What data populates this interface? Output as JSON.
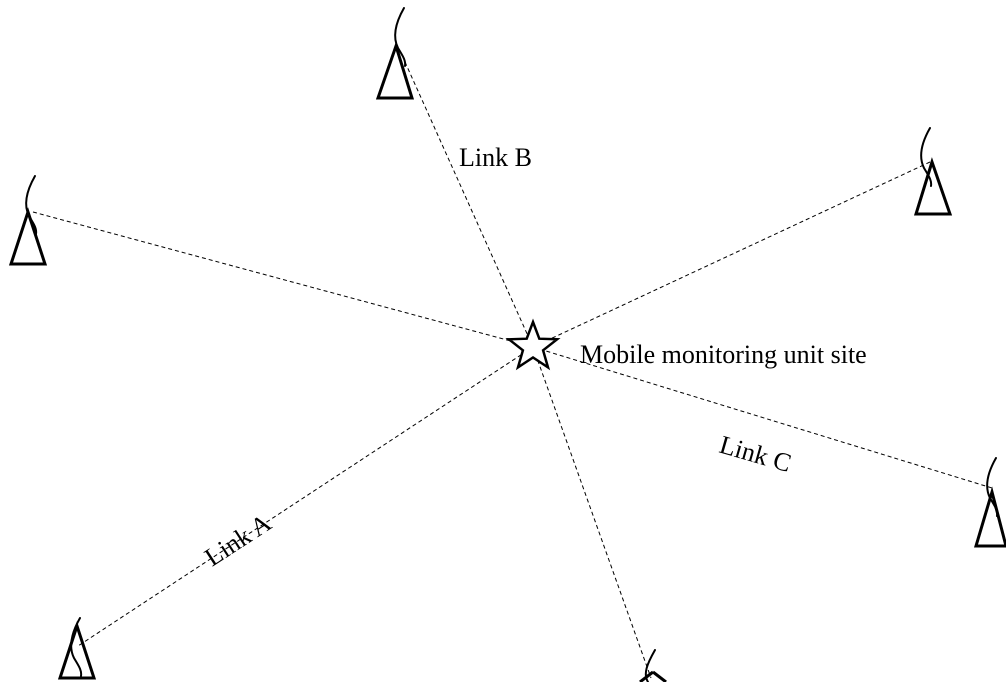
{
  "links": {
    "a": "Link A",
    "b": "Link B",
    "c": "Link C"
  },
  "site": {
    "label": "Mobile monitoring unit site",
    "marker_icon": "star-icon"
  },
  "antenna_icon": "antenna-tower-icon",
  "colors": {
    "line": "#000000",
    "background": "#ffffff"
  }
}
